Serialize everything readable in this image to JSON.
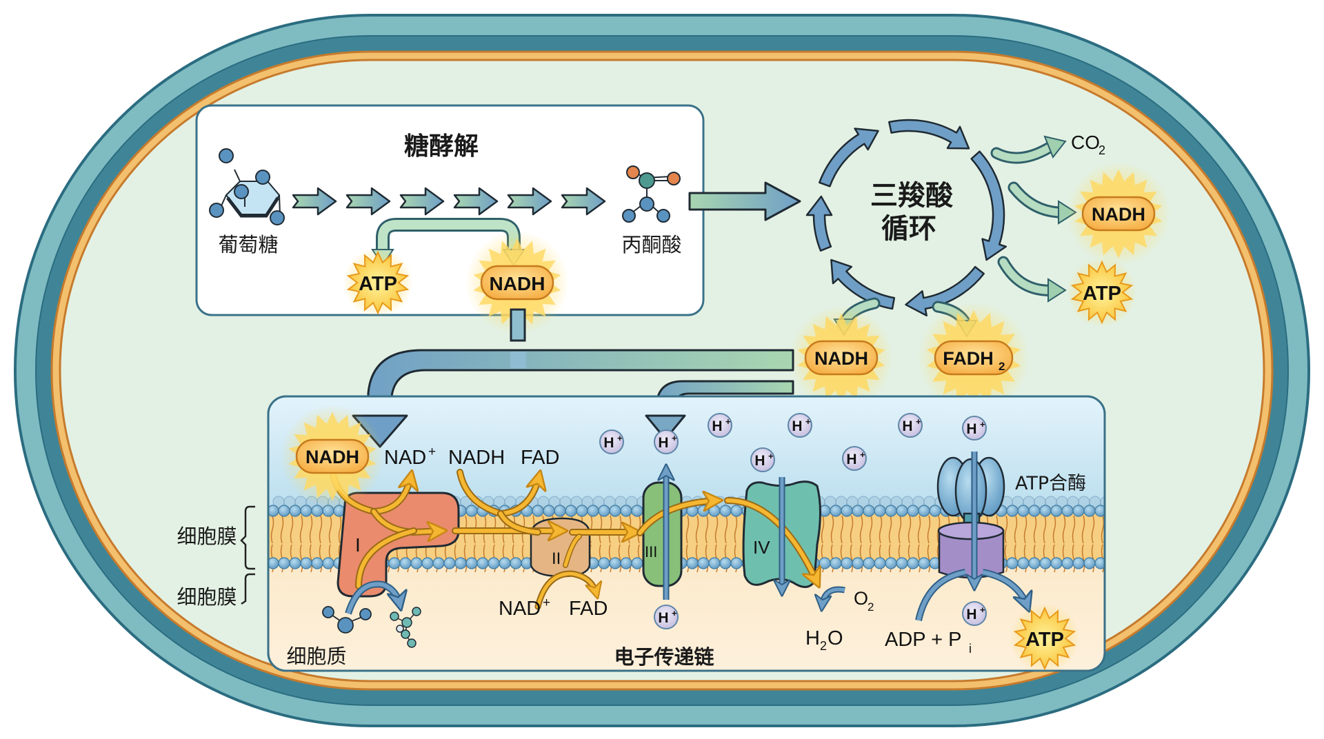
{
  "diagram": {
    "glycolysis": {
      "title": "糖酵解",
      "start_label": "葡萄糖",
      "end_label": "丙酮酸",
      "step_count": 6,
      "products": [
        "ATP",
        "NADH"
      ]
    },
    "tca_cycle": {
      "title_line1": "三羧酸",
      "title_line2": "循环",
      "outputs": {
        "co2": "CO",
        "co2_sub": "2",
        "nadh_right": "NADH",
        "atp_right": "ATP",
        "nadh_bottom": "NADH",
        "fadh2": "FADH",
        "fadh2_sub": "2"
      }
    },
    "etc": {
      "title": "电子传递链",
      "cytoplasm_label": "细胞质",
      "membrane_label_1": "细胞膜",
      "membrane_label_2": "细胞膜",
      "nadh_input": "NADH",
      "complex1_label": "I",
      "complex2_label": "II",
      "complex3_label": "III",
      "complex4_label": "IV",
      "top_nad_plus": "NAD",
      "top_nadh": "NADH",
      "top_fad": "FAD",
      "bottom_nad_plus": "NAD",
      "bottom_fad": "FAD",
      "plus_sup": "+",
      "proton": "H",
      "o2": "O",
      "o2_sub": "2",
      "h2o_h": "H",
      "h2o_sub": "2",
      "h2o_o": "O",
      "atp_synthase_label": "ATP合酶",
      "adp_pi": "ADP + P",
      "pi_sub": "i",
      "atp_output": "ATP"
    },
    "colors": {
      "capsule_outer": "#7fbcc2",
      "capsule_dark": "#3f8597",
      "capsule_stroke": "#2b6c80",
      "membrane_orange": "#f3c06e",
      "membrane_brown": "#c67a2c",
      "cytoplasm": "#e3f1e4",
      "arrow_blue": "#6f9fc6",
      "arrow_green": "#a9d6b0",
      "starburst": "#ffd23f",
      "badge_orange": "#f7b54a",
      "complex1": "#e98b6c",
      "complex2": "#e5b684",
      "complex3": "#88c07a",
      "complex4": "#6fbfae",
      "synthase_head": "#8ec5d6",
      "synthase_base": "#a48ec8",
      "proton_fill": "#d9d3ea"
    }
  }
}
